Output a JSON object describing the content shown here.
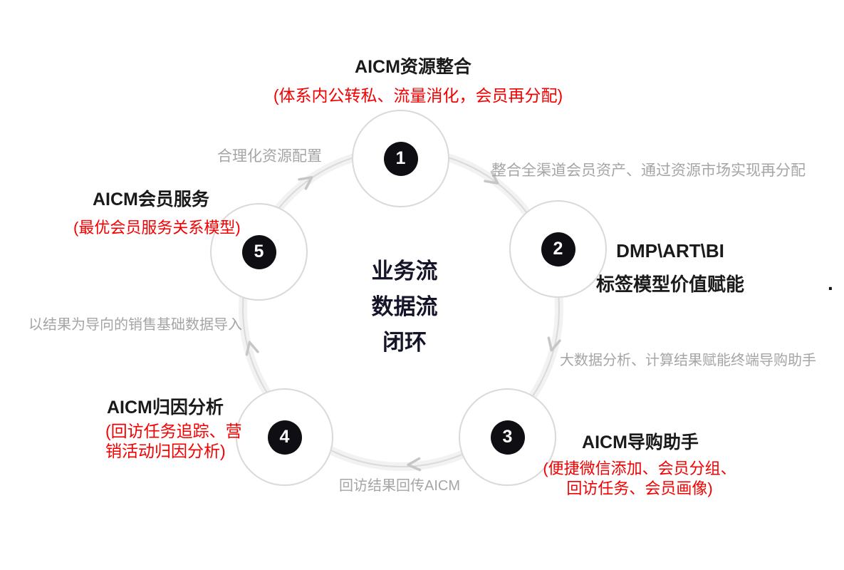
{
  "colors": {
    "accent_red": "#f40000",
    "text_black": "#1a1a1a",
    "text_gray": "#a5a5a5",
    "center_navy": "#15152a",
    "ring_gray": "#dadada",
    "node_dot_black": "#0e0e13"
  },
  "center": {
    "lines": [
      "业务流",
      "数据流",
      "闭环"
    ]
  },
  "steps": [
    {
      "number": "1",
      "title": "AICM资源整合",
      "subtitle": "(体系内公转私、流量消化，会员再分配)"
    },
    {
      "number": "2",
      "title": "DMP\\ART\\BI",
      "subtitle": "标签模型价值赋能"
    },
    {
      "number": "3",
      "title": "AICM导购助手",
      "subtitle_line1": "(便捷微信添加、会员分组、",
      "subtitle_line2": "回访任务、会员画像)"
    },
    {
      "number": "4",
      "title": "AICM归因分析",
      "subtitle_line1": "(回访任务追踪、营",
      "subtitle_line2": "销活动归因分析)"
    },
    {
      "number": "5",
      "title": "AICM会员服务",
      "subtitle": "(最优会员服务关系模型)"
    }
  ],
  "flow_annotations": [
    {
      "from": "5",
      "to": "1",
      "text": "合理化资源配置"
    },
    {
      "from": "1",
      "to": "2",
      "text": "整合全渠道会员资产、通过资源市场实现再分配"
    },
    {
      "from": "2",
      "to": "3",
      "text": "大数据分析、计算结果赋能终端导购助手"
    },
    {
      "from": "3",
      "to": "4",
      "text": "回访结果回传AICM"
    },
    {
      "from": "4",
      "to": "5",
      "text": "以结果为导向的销售基础数据导入"
    }
  ],
  "stray_period": "."
}
